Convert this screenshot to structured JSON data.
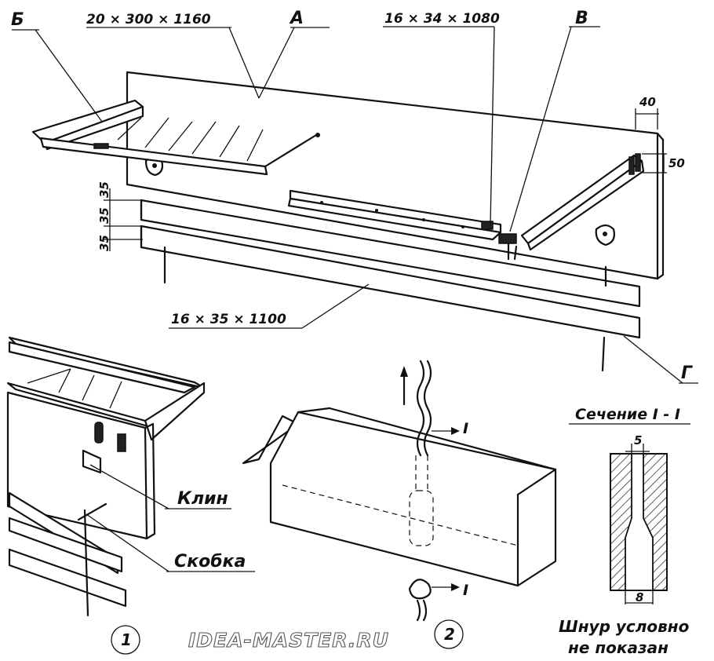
{
  "labels": {
    "part_b": "Б",
    "part_a": "А",
    "part_v": "В",
    "part_g": "Г",
    "dim_board": "20 × 300 × 1160",
    "dim_arm": "16 × 34 × 1080",
    "dim_rail": "16 × 35 × 1100",
    "dim_40": "40",
    "dim_50": "50",
    "dim_35_top": "35",
    "dim_35_mid": "35",
    "dim_35_bot": "35",
    "wedge": "Клин",
    "bracket": "Скобка",
    "section_title": "Сечение I - I",
    "dim_5": "5",
    "dim_8": "8",
    "section_mark_top": "I",
    "section_mark_bottom": "I",
    "fig_1": "1",
    "fig_2": "2",
    "note_line1": "Шнур условно",
    "note_line2": "не показан",
    "watermark": "IDEA-MASTER.RU"
  }
}
